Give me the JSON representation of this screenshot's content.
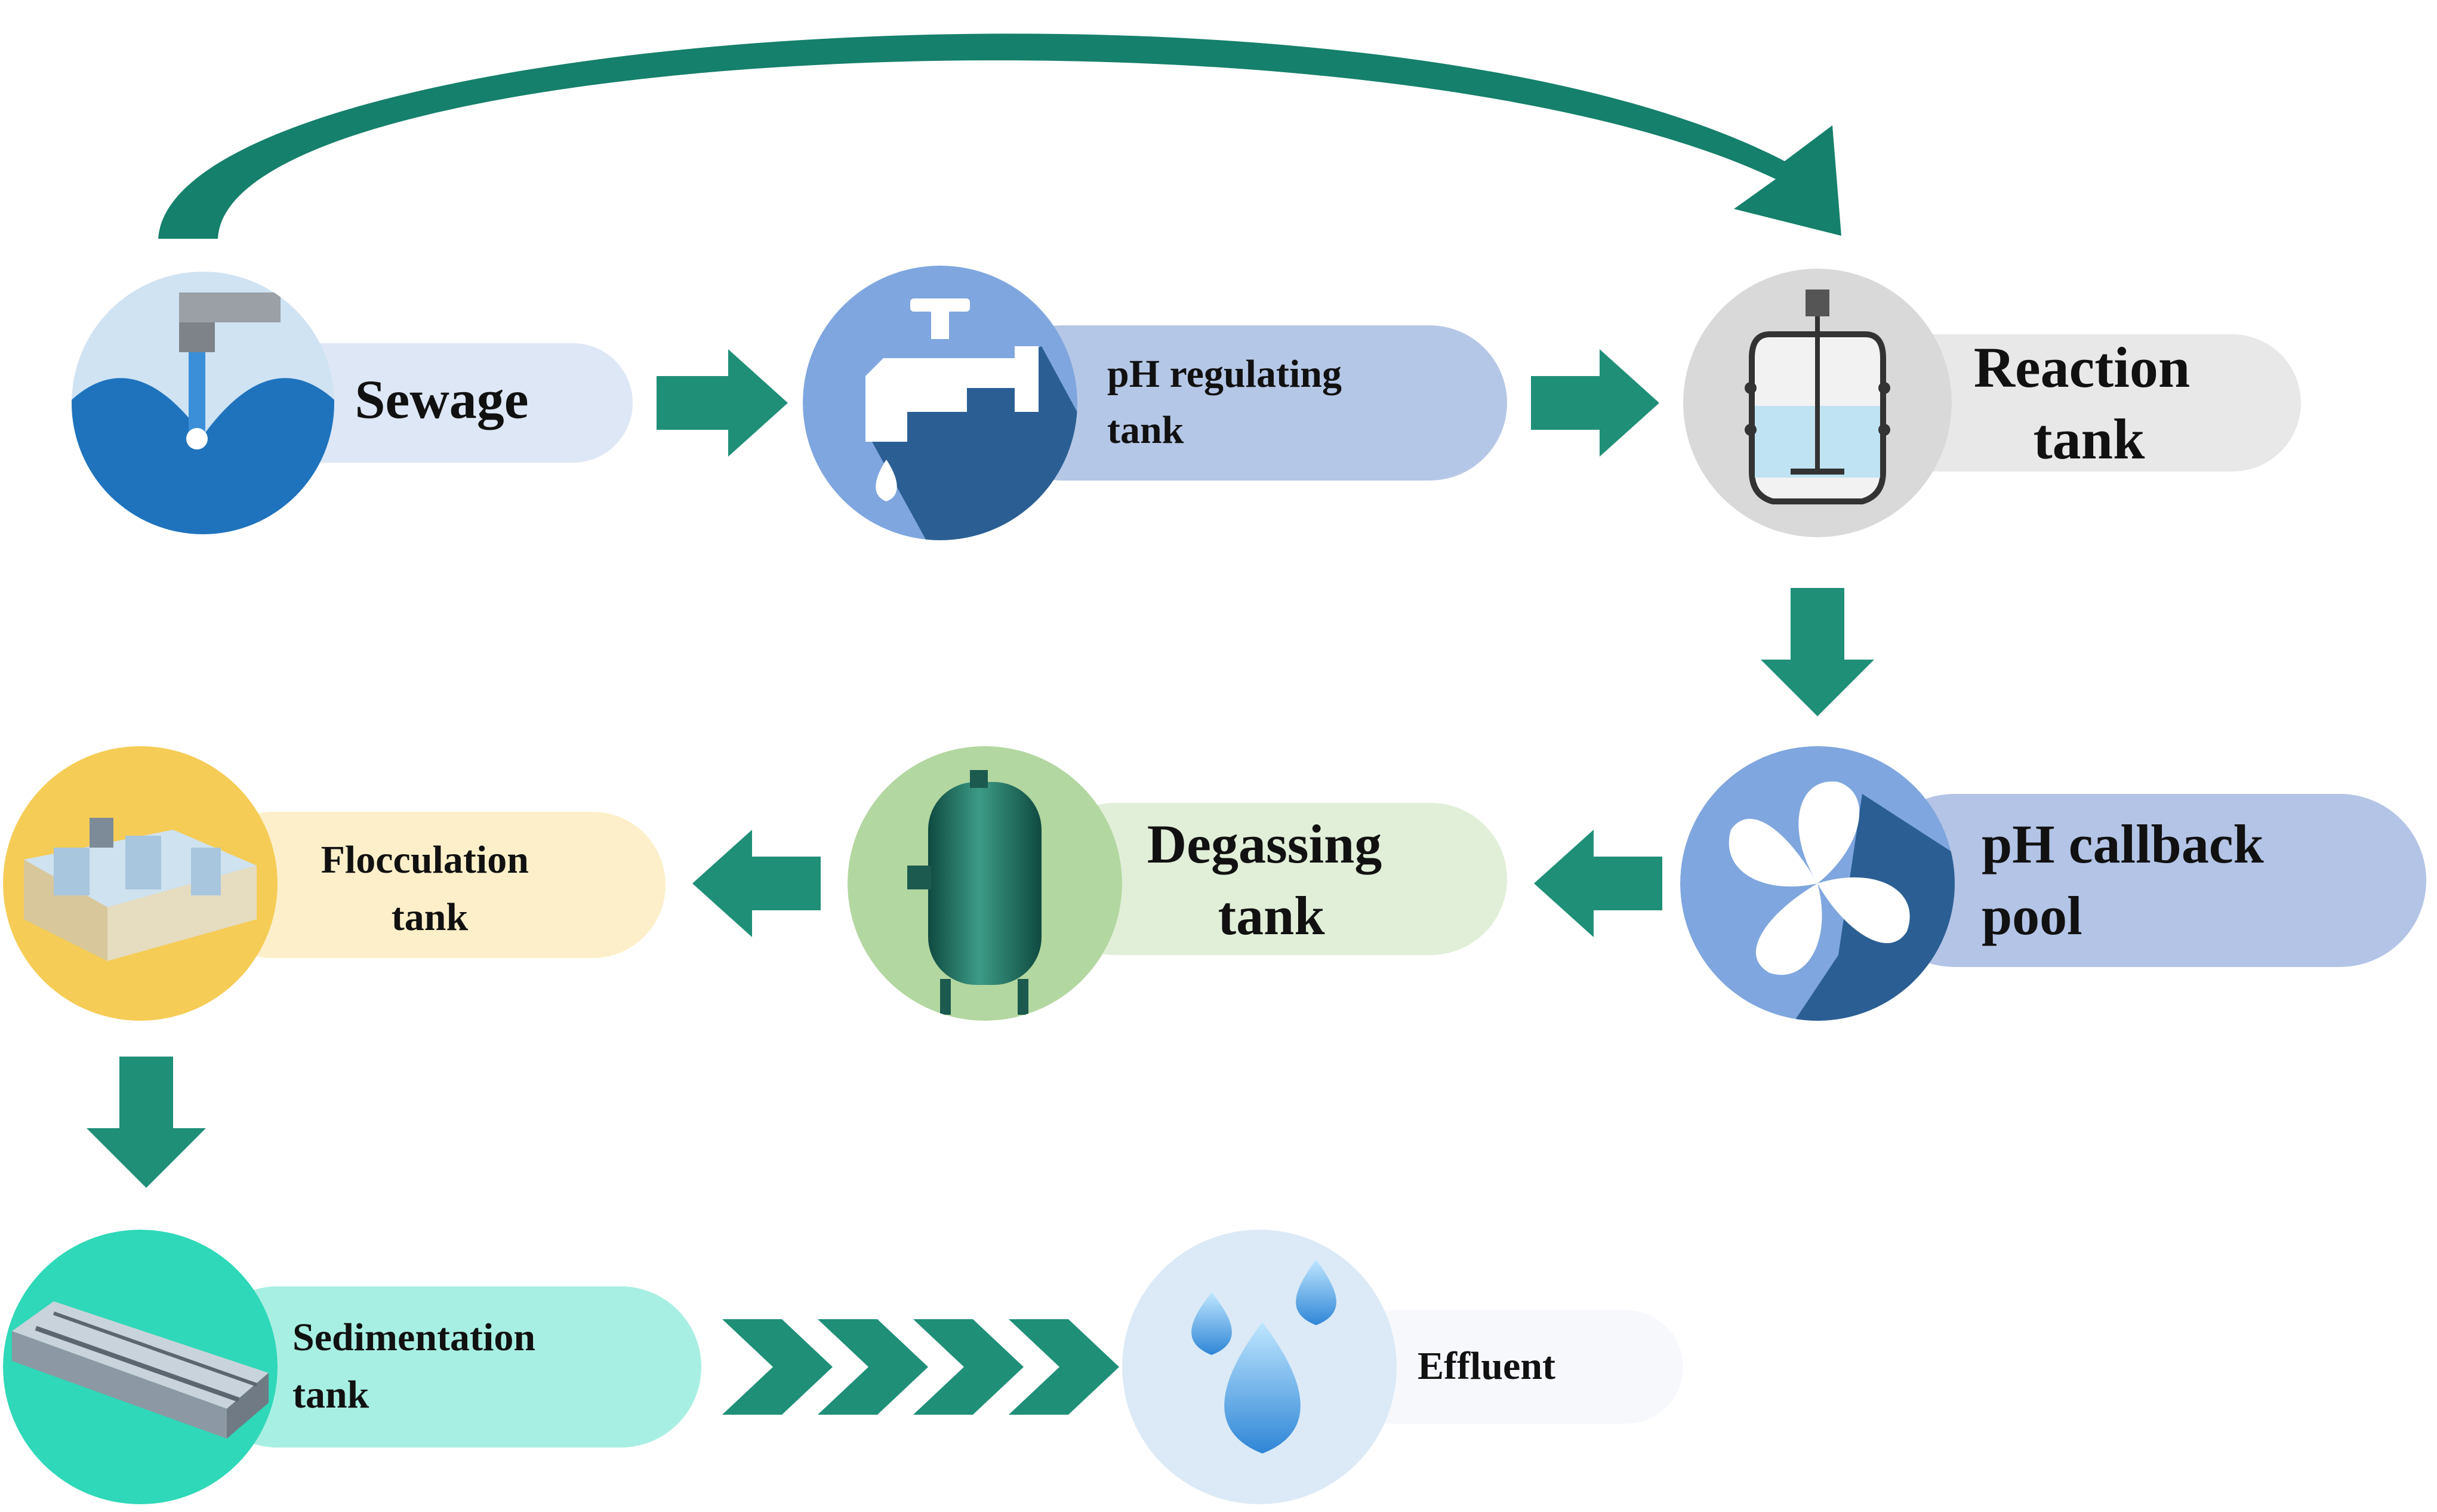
{
  "colors": {
    "arrow": "#1f8f78",
    "arrow_dark": "#0f6f5c",
    "sewage_pill": "#dde7f5",
    "ph_pill": "#b5c7e6",
    "reaction_pill": "#e8e8e8",
    "callback_pill": "#b3c4e6",
    "degassing_pill": "#e1efd8",
    "flocculation_pill": "#fdefc9",
    "sedimentation_pill": "#a8efe3",
    "effluent_pill": "#f6f8fc"
  },
  "nodes": [
    {
      "id": "sewage",
      "icon": "faucet-water-icon",
      "lines": [
        "Sewage"
      ]
    },
    {
      "id": "ph_regulating",
      "icon": "tap-icon",
      "lines": [
        "pH regulating",
        "tank"
      ]
    },
    {
      "id": "reaction",
      "icon": "reactor-icon",
      "lines": [
        "Reaction",
        "tank"
      ]
    },
    {
      "id": "ph_callback",
      "icon": "fan-icon",
      "lines": [
        "pH callback",
        "pool"
      ]
    },
    {
      "id": "degassing",
      "icon": "vessel-icon",
      "lines": [
        "Degassing",
        "tank"
      ]
    },
    {
      "id": "flocculation",
      "icon": "flocculation-basin-icon",
      "lines": [
        "Flocculation",
        "tank"
      ]
    },
    {
      "id": "sedimentation",
      "icon": "sedimentation-basin-icon",
      "lines": [
        "Sedimentation",
        "tank"
      ]
    },
    {
      "id": "effluent",
      "icon": "water-drops-icon",
      "lines": [
        "Effluent"
      ]
    }
  ],
  "edges": [
    {
      "from": "sewage",
      "to": "reaction",
      "style": "curved"
    },
    {
      "from": "sewage",
      "to": "ph_regulating",
      "style": "block"
    },
    {
      "from": "ph_regulating",
      "to": "reaction",
      "style": "block"
    },
    {
      "from": "reaction",
      "to": "ph_callback",
      "style": "block"
    },
    {
      "from": "ph_callback",
      "to": "degassing",
      "style": "block"
    },
    {
      "from": "degassing",
      "to": "flocculation",
      "style": "block"
    },
    {
      "from": "flocculation",
      "to": "sedimentation",
      "style": "block"
    },
    {
      "from": "sedimentation",
      "to": "effluent",
      "style": "chevrons"
    }
  ]
}
